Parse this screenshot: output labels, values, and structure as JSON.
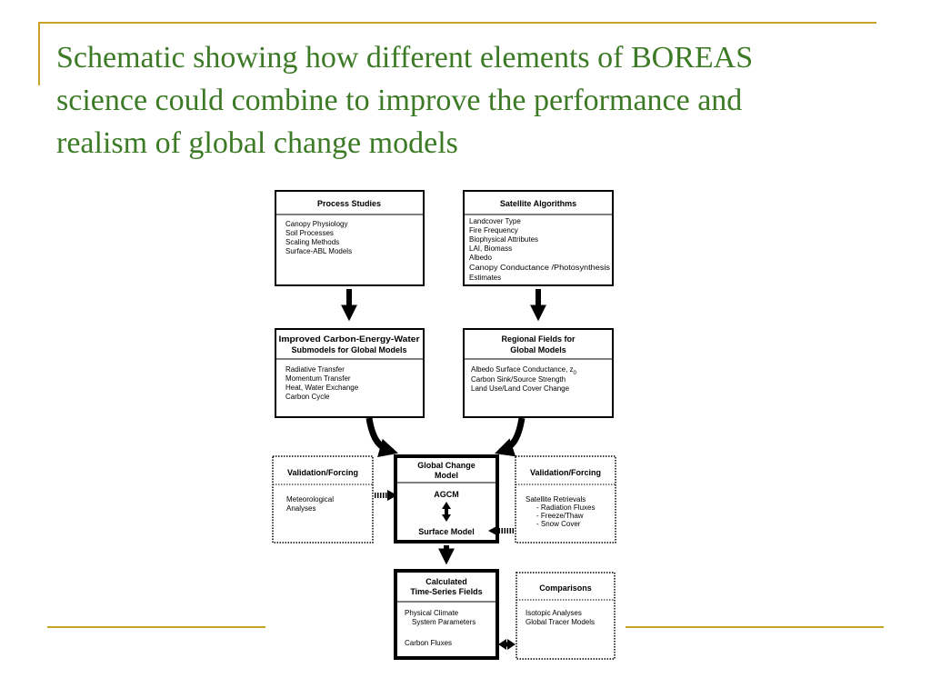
{
  "title": {
    "lines": [
      "Schematic showing how different elements of BOREAS",
      "science could combine to improve the performance and",
      "realism of global change models"
    ]
  },
  "diagram": {
    "process_studies": {
      "header": "Process Studies",
      "items": [
        "Canopy Physiology",
        "Soil Processes",
        "Scaling Methods",
        "Surface-ABL Models"
      ]
    },
    "satellite_algorithms": {
      "header": "Satellite Algorithms",
      "items": [
        "Landcover Type",
        "Fire Frequency",
        "Biophysical Attributes",
        "LAI, Biomass",
        "Albedo",
        "Canopy Conductance /Photosynthesis",
        "Estimates"
      ]
    },
    "improved_submodels": {
      "header_lines": [
        "Improved Carbon-Energy-Water",
        "Submodels for Global Models"
      ],
      "items": [
        "Radiative Transfer",
        "Momentum Transfer",
        "Heat, Water Exchange",
        "Carbon Cycle"
      ]
    },
    "regional_fields": {
      "header_lines": [
        "Regional Fields for",
        "Global Models"
      ],
      "item_1": "Albedo Surface Conductance, z",
      "item_1_sub": "0",
      "items": [
        "Carbon Sink/Source Strength",
        "Land Use/Land Cover Change"
      ]
    },
    "global_change_model": {
      "header_lines": [
        "Global Change",
        "Model"
      ],
      "agcm": "AGCM",
      "surface_model": "Surface Model"
    },
    "validation_left": {
      "header": "Validation/Forcing",
      "items": [
        "Meteorological",
        "Analyses"
      ]
    },
    "validation_right": {
      "header": "Validation/Forcing",
      "items": [
        "Satellite Retrievals",
        "- Radiation Fluxes",
        "- Freeze/Thaw",
        "- Snow Cover"
      ]
    },
    "calculated_fields": {
      "header_lines": [
        "Calculated",
        "Time-Series Fields"
      ],
      "items": [
        "Physical Climate",
        "System Parameters"
      ],
      "item_last": "Carbon Fluxes"
    },
    "comparisons": {
      "header": "Comparisons",
      "items": [
        "Isotopic Analyses",
        "Global Tracer Models"
      ]
    }
  },
  "colors": {
    "title": "#3c7a26",
    "rule": "#c9a227"
  }
}
